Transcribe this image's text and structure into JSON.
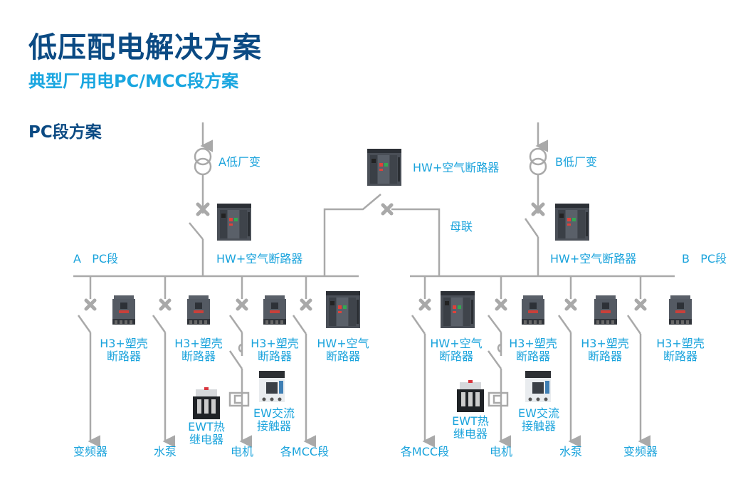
{
  "header": {
    "title": "低压配电解决方案",
    "subtitle": "典型厂用电PC/MCC段方案",
    "section": "PC段方案"
  },
  "colors": {
    "title": "#0b4a83",
    "accent": "#1aa3dc",
    "wire": "#a9a9a9"
  },
  "diagram": {
    "transformer_a": "A低厂变",
    "transformer_b": "B低厂变",
    "incomer_a_breaker": "HW+空气断路器",
    "incomer_b_breaker": "HW+空气断路器",
    "bus_tie_breaker": "HW+空气断路器",
    "bus_tie": "母联",
    "bus_a": "A   PC段",
    "bus_b": "B   PC段",
    "feeders_a": [
      {
        "breaker_l1": "H3+塑壳",
        "breaker_l2": "断路器",
        "load": "变频器"
      },
      {
        "breaker_l1": "H3+塑壳",
        "breaker_l2": "断路器",
        "load": "水泵"
      },
      {
        "breaker_l1": "H3+塑壳",
        "breaker_l2": "断路器",
        "load": "电机",
        "relay_l1": "EWT热",
        "relay_l2": "继电器",
        "contactor_l1": "EW交流",
        "contactor_l2": "接触器"
      },
      {
        "breaker_l1": "HW+空气",
        "breaker_l2": "断路器",
        "load": "各MCC段"
      }
    ],
    "feeders_b": [
      {
        "breaker_l1": "HW+空气",
        "breaker_l2": "断路器",
        "load": "各MCC段"
      },
      {
        "breaker_l1": "H3+塑壳",
        "breaker_l2": "断路器",
        "load": "电机",
        "relay_l1": "EWT热",
        "relay_l2": "继电器",
        "contactor_l1": "EW交流",
        "contactor_l2": "接触器"
      },
      {
        "breaker_l1": "H3+塑壳",
        "breaker_l2": "断路器",
        "load": "水泵"
      },
      {
        "breaker_l1": "H3+塑壳",
        "breaker_l2": "断路器",
        "load": "变频器"
      }
    ]
  }
}
